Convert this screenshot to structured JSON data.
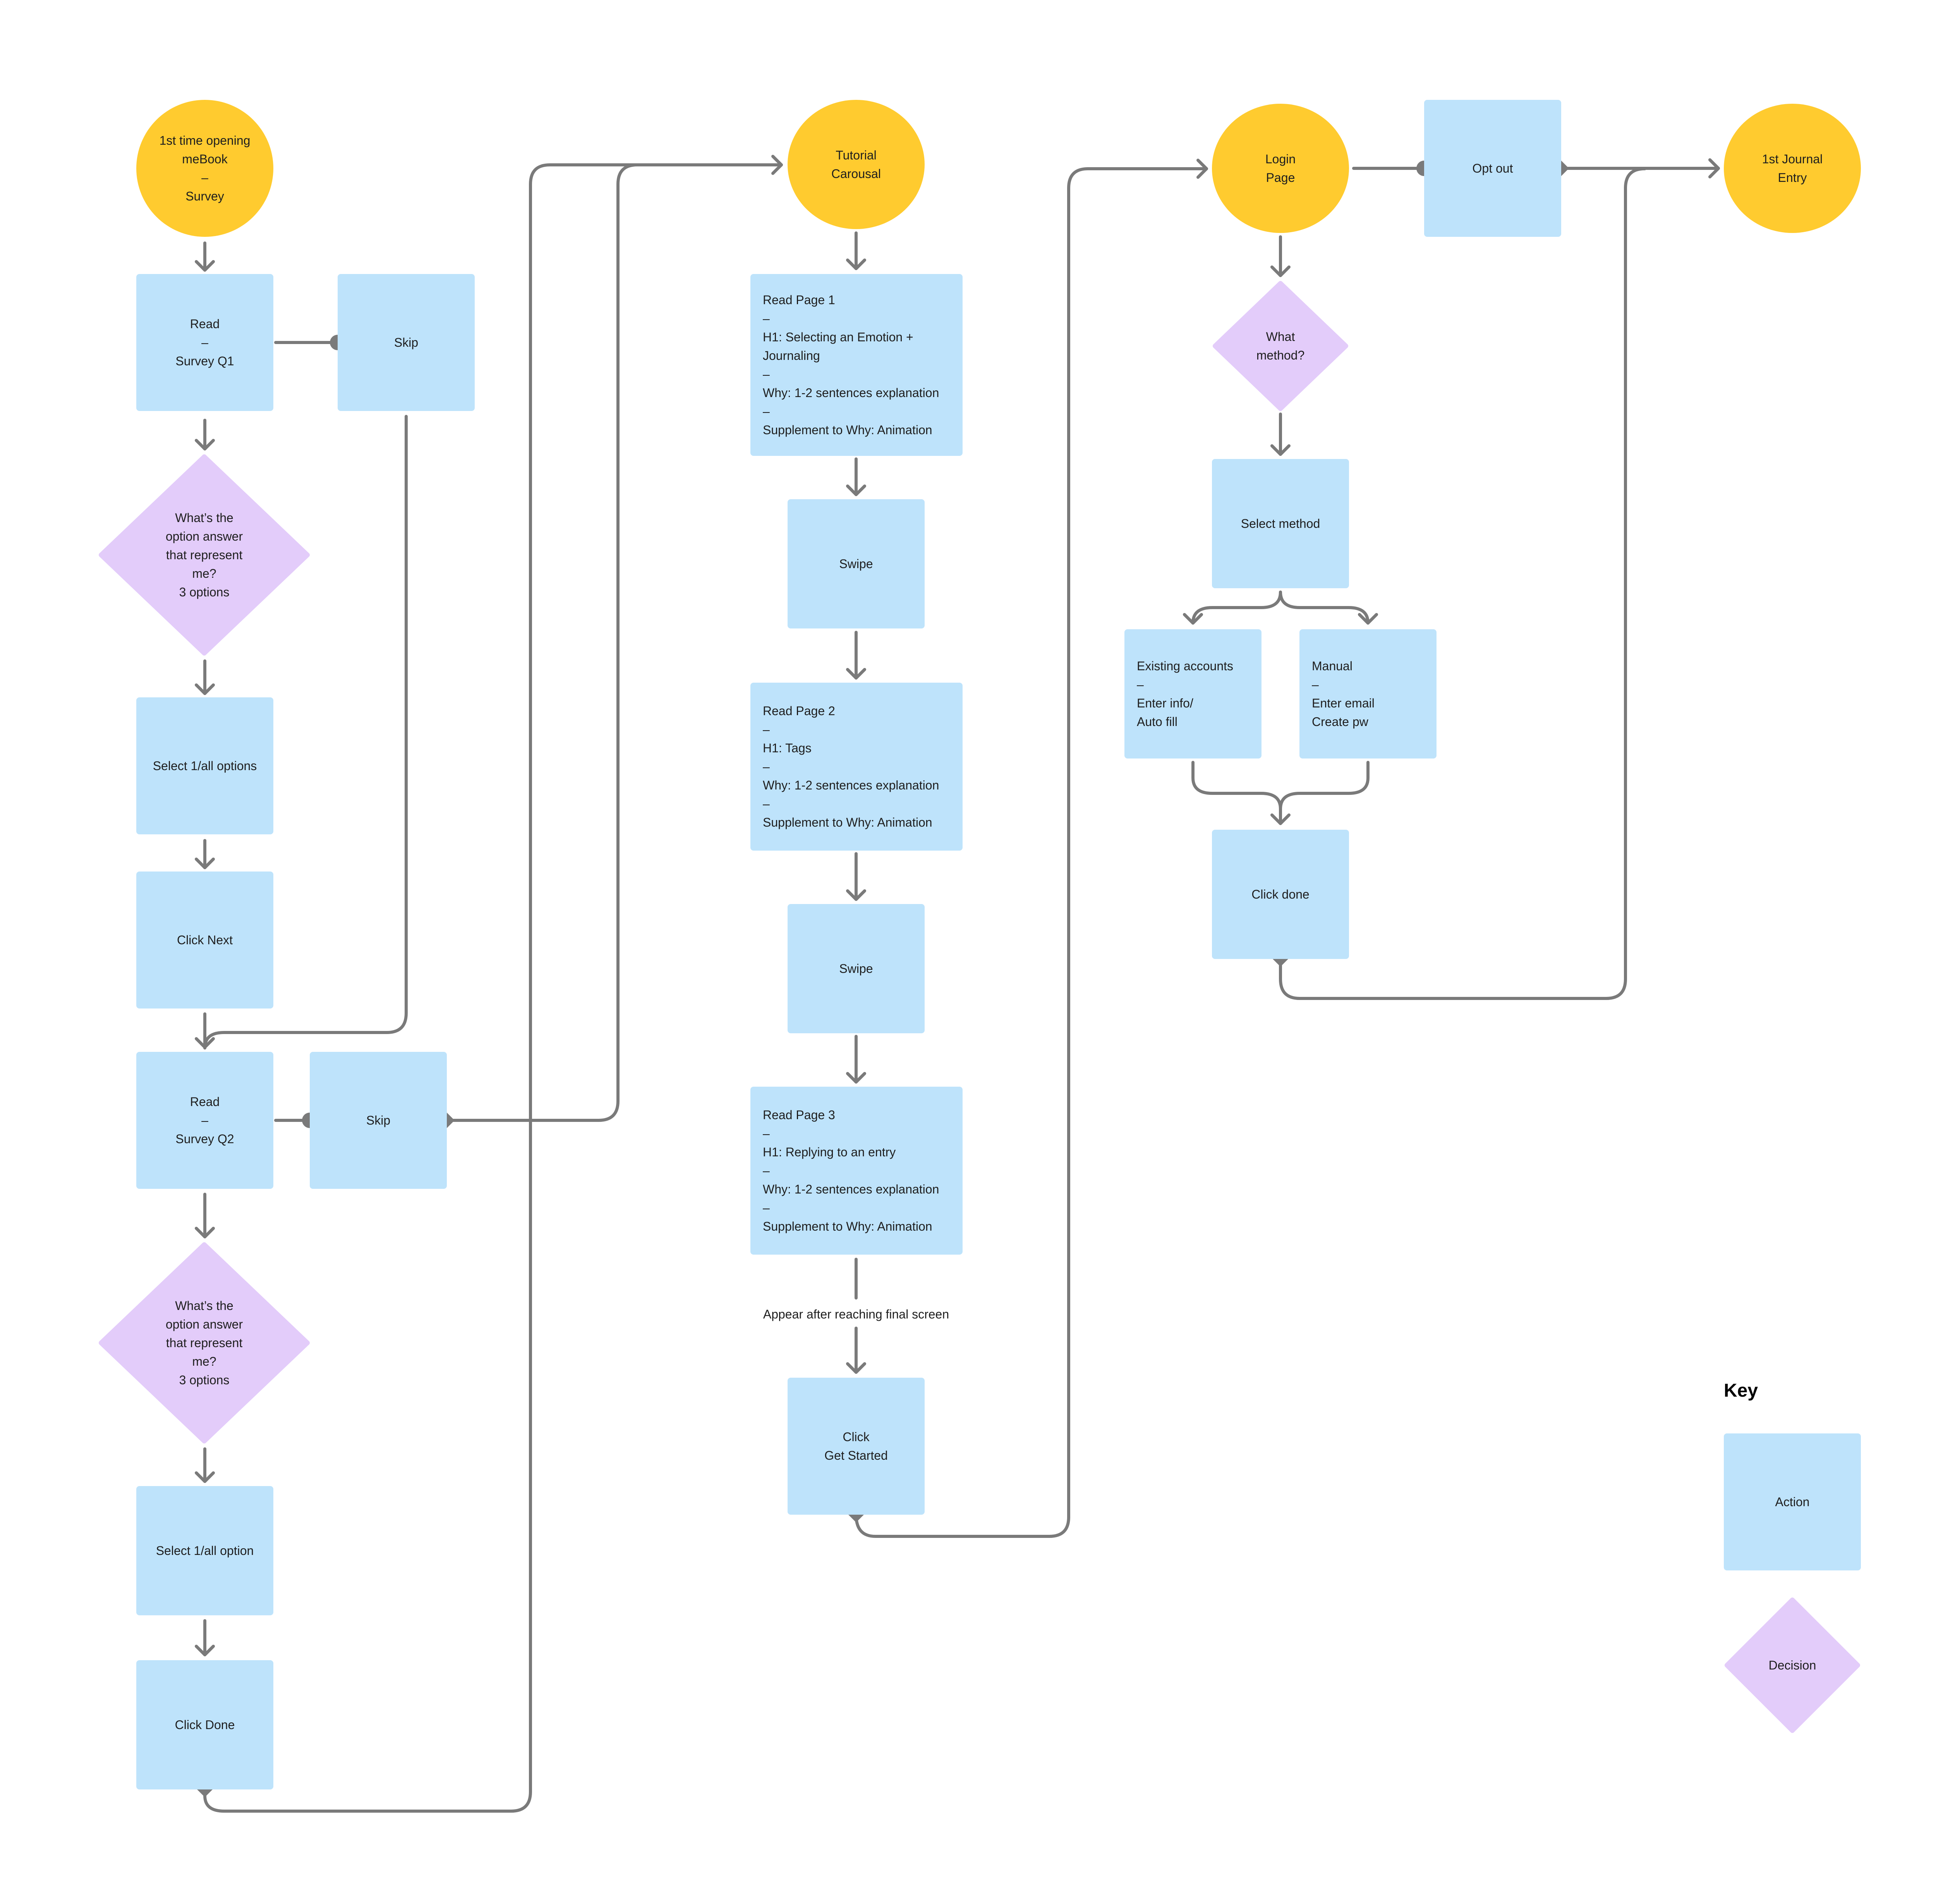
{
  "colors": {
    "start_end": "#FFCB2F",
    "action": "#BEE3FB",
    "decision": "#E3CCFA",
    "connector": "#7A7A7A"
  },
  "nodes": {
    "start_survey": [
      "1st time opening",
      "meBook",
      "–",
      "Survey"
    ],
    "read_q1": [
      "Read",
      "–",
      "Survey Q1"
    ],
    "skip_q1": [
      "Skip"
    ],
    "decision_q1": [
      "What’s the",
      "option answer",
      "that represent",
      "me?",
      "3 options"
    ],
    "select_q1": [
      "Select 1/all options"
    ],
    "click_next": [
      "Click Next"
    ],
    "read_q2": [
      "Read",
      "–",
      "Survey Q2"
    ],
    "skip_q2": [
      "Skip"
    ],
    "decision_q2": [
      "What’s the",
      "option answer",
      "that represent",
      "me?",
      "3 options"
    ],
    "select_q2": [
      "Select 1/all option"
    ],
    "click_done_survey": [
      "Click Done"
    ],
    "tutorial_carousel": [
      "Tutorial",
      "Carousal"
    ],
    "read_page1": [
      "Read Page 1",
      "–",
      "H1: Selecting  an Emotion +",
      "Journaling",
      "–",
      "Why: 1-2 sentences explanation",
      "–",
      "Supplement to Why: Animation"
    ],
    "swipe_1": [
      "Swipe"
    ],
    "read_page2": [
      "Read Page 2",
      "–",
      "H1: Tags",
      "–",
      "Why: 1-2 sentences explanation",
      "–",
      "Supplement to Why: Animation"
    ],
    "swipe_2": [
      "Swipe"
    ],
    "read_page3": [
      "Read Page 3",
      "–",
      "H1: Replying to an entry",
      "–",
      "Why: 1-2 sentences explanation",
      "–",
      "Supplement to Why: Animation"
    ],
    "click_get_started": [
      "Click",
      "Get Started"
    ],
    "login_page": [
      "Login",
      "Page"
    ],
    "opt_out": [
      "Opt out"
    ],
    "journal_entry": [
      "1st Journal",
      "Entry"
    ],
    "decision_method": [
      "What",
      "method?"
    ],
    "select_method": [
      "Select method"
    ],
    "existing_accounts": [
      "Existing accounts",
      "–",
      "Enter info/",
      "Auto fill"
    ],
    "manual": [
      "Manual",
      "–",
      "Enter email",
      "Create pw"
    ],
    "click_done_login": [
      "Click done"
    ],
    "key_action": [
      "Action"
    ],
    "key_decision": [
      "Decision"
    ]
  },
  "final_screen_note": "Appear after reaching final screen",
  "key_title": "Key"
}
